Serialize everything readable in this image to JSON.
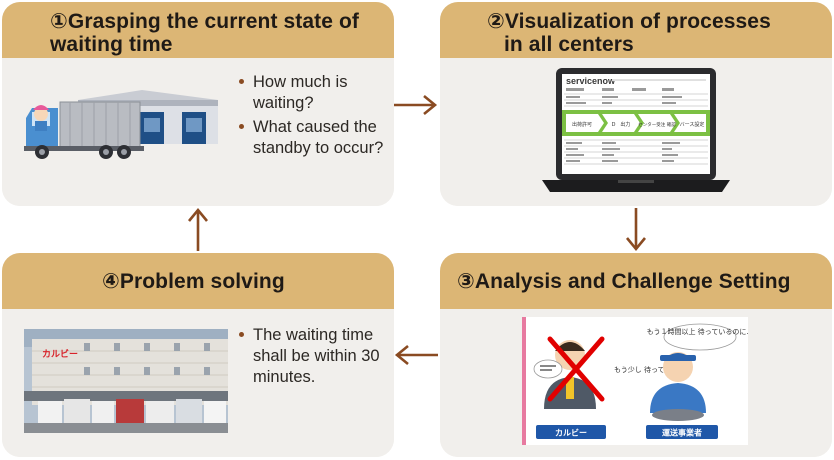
{
  "steps": [
    {
      "title_lines": [
        "①Grasping the current state of",
        "waiting time"
      ],
      "bullets": [
        "How much is waiting?",
        "What caused the standby to occur?"
      ]
    },
    {
      "title_lines": [
        "②Visualization of processes",
        "in all centers"
      ],
      "screen_logo": "servicenow",
      "flow_steps": [
        "出荷許可",
        "D　出力",
        "センター受注\n確認",
        "バース設定"
      ]
    },
    {
      "title_lines": [
        "③Analysis and Challenge Setting"
      ],
      "left_caption": "カルビー",
      "right_caption": "運送事業者",
      "speech_right": "もう１時間以上\n待っているのに…",
      "speech_left": "もう少し\n待って"
    },
    {
      "title_lines": [
        "④Problem solving"
      ],
      "bullets": [
        "The waiting time shall be within 30 minutes."
      ],
      "building_sign": "カルビー"
    }
  ],
  "colors": {
    "header": "#dcb675",
    "body": "#f1efec",
    "arrow": "#8a4b22",
    "accent_green": "#7cc043",
    "cross_red": "#e10000",
    "caption_blue": "#1f57a8"
  }
}
